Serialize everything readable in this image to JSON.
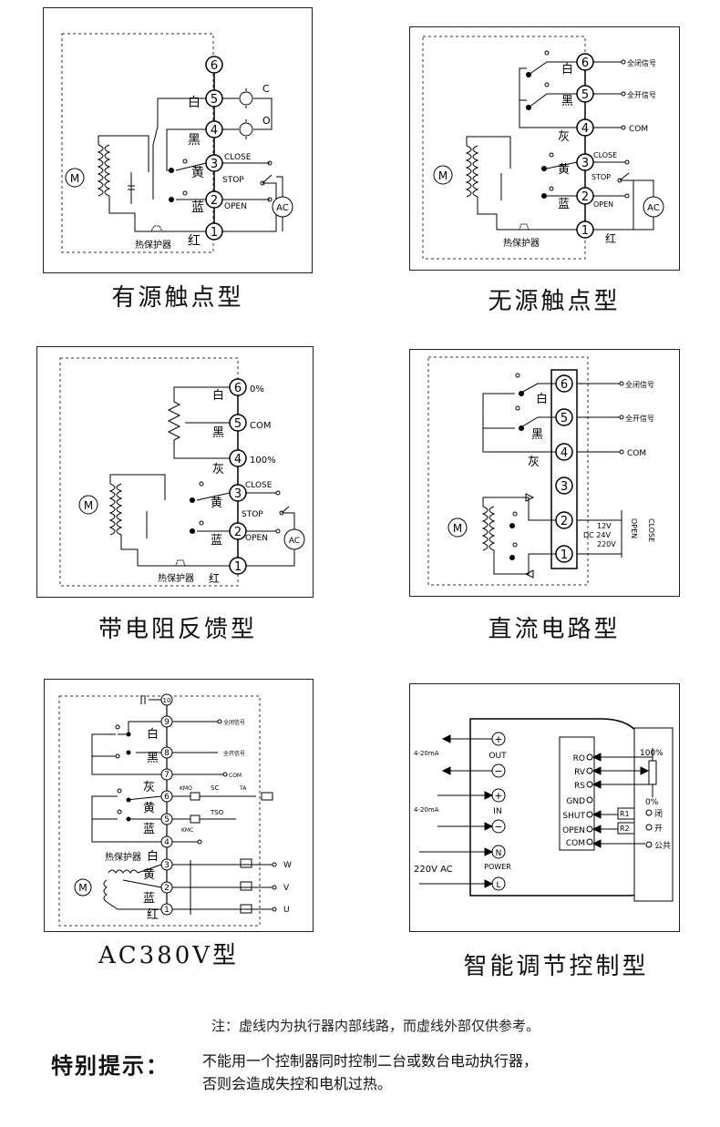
{
  "diagrams": [
    {
      "caption": "有源触点型",
      "terminals": [
        "6",
        "5",
        "4",
        "3",
        "2",
        "1"
      ],
      "wire_labels": [
        "白",
        "黑",
        "黄",
        "蓝",
        "红"
      ],
      "signals": [
        "C",
        "O",
        "CLOSE",
        "STOP",
        "OPEN",
        "AC"
      ],
      "motor": "M",
      "protector": "热保护器"
    },
    {
      "caption": "无源触点型",
      "terminals": [
        "6",
        "5",
        "4",
        "3",
        "2",
        "1"
      ],
      "wire_labels": [
        "白",
        "黑",
        "灰",
        "黄",
        "蓝",
        "红"
      ],
      "signals": [
        "全闭信号",
        "全开信号",
        "COM",
        "CLOSE",
        "STOP",
        "OPEN",
        "AC"
      ],
      "motor": "M",
      "protector": "热保护器"
    },
    {
      "caption": "带电阻反馈型",
      "terminals": [
        "6",
        "5",
        "4",
        "3",
        "2",
        "1"
      ],
      "wire_labels": [
        "白",
        "黑",
        "灰",
        "黄",
        "蓝",
        "红"
      ],
      "signals": [
        "0%",
        "COM",
        "100%",
        "CLOSE",
        "STOP",
        "OPEN",
        "AC"
      ],
      "motor": "M",
      "protector": "热保护器"
    },
    {
      "caption": "直流电路型",
      "terminals": [
        "6",
        "5",
        "4",
        "3",
        "2",
        "1"
      ],
      "wire_labels": [
        "白",
        "黑",
        "灰"
      ],
      "signals": [
        "全闭信号",
        "全开信号",
        "COM",
        "12V",
        "DC 24V",
        "220V",
        "OPEN",
        "CLOSE"
      ],
      "motor": "M"
    },
    {
      "caption": "AC380V型",
      "terminals": [
        "10",
        "9",
        "8",
        "7",
        "6",
        "5",
        "4",
        "3",
        "2",
        "1"
      ],
      "wire_labels": [
        "白",
        "黑",
        "灰",
        "黄",
        "蓝",
        "热保护器",
        "白",
        "黄",
        "蓝",
        "红"
      ],
      "signals": [
        "全闭信号",
        "全开信号",
        "COM",
        "KMO",
        "SC",
        "TA",
        "KMC",
        "TSO",
        "W",
        "V",
        "U"
      ],
      "motor": "M"
    },
    {
      "caption": "智能调节控制型",
      "module_labels": [
        "OUT",
        "IN",
        "POWER"
      ],
      "module_symbols": [
        "+",
        "−",
        "+",
        "−",
        "N",
        "L"
      ],
      "inputs": [
        "4-20mA",
        "4-20mA",
        "220V AC"
      ],
      "controller_pins": [
        "RO",
        "RV",
        "RS",
        "GND",
        "SHUT",
        "OPEN",
        "COM"
      ],
      "feedback": [
        "100%",
        "0%",
        "R1",
        "R2",
        "闭",
        "开",
        "公共"
      ]
    }
  ],
  "note": "注：虚线内为执行器内部线路，而虚线外部仅供参考。",
  "tip": {
    "title": "特别提示：",
    "lines": [
      "不能用一个控制器同时控制二台或数台电动执行器，",
      "否则会造成失控和电机过热。"
    ]
  }
}
